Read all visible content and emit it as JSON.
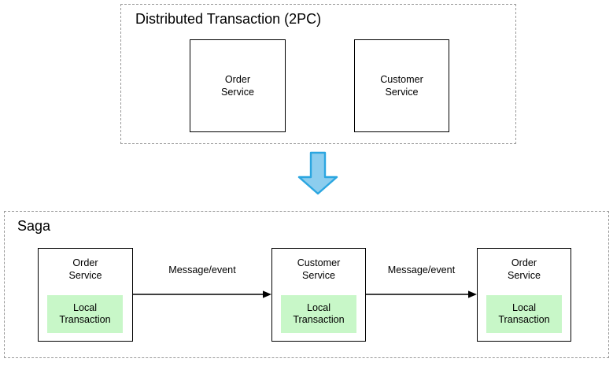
{
  "diagram": {
    "title_top": "Distributed Transaction (2PC)",
    "title_bottom": "Saga",
    "colors": {
      "box_border": "#000000",
      "group_border": "#9a9a9a",
      "local_transaction_fill": "#c8f7c8",
      "arrow_fill": "#8ccdee",
      "arrow_stroke": "#2ba6e0",
      "background": "#ffffff",
      "text": "#000000"
    },
    "top_section": {
      "label": "Distributed Transaction (2PC)",
      "services": [
        {
          "name": "Order\nService"
        },
        {
          "name": "Customer\nService"
        }
      ]
    },
    "transform_arrow": {
      "icon": "down-arrow-icon",
      "direction": "down"
    },
    "bottom_section": {
      "label": "Saga",
      "services": [
        {
          "name": "Order\nService",
          "local_transaction": "Local\nTransaction"
        },
        {
          "name": "Customer\nService",
          "local_transaction": "Local\nTransaction"
        },
        {
          "name": "Order\nService",
          "local_transaction": "Local\nTransaction"
        }
      ],
      "connectors": [
        {
          "label": "Message/event"
        },
        {
          "label": "Message/event"
        }
      ]
    }
  }
}
